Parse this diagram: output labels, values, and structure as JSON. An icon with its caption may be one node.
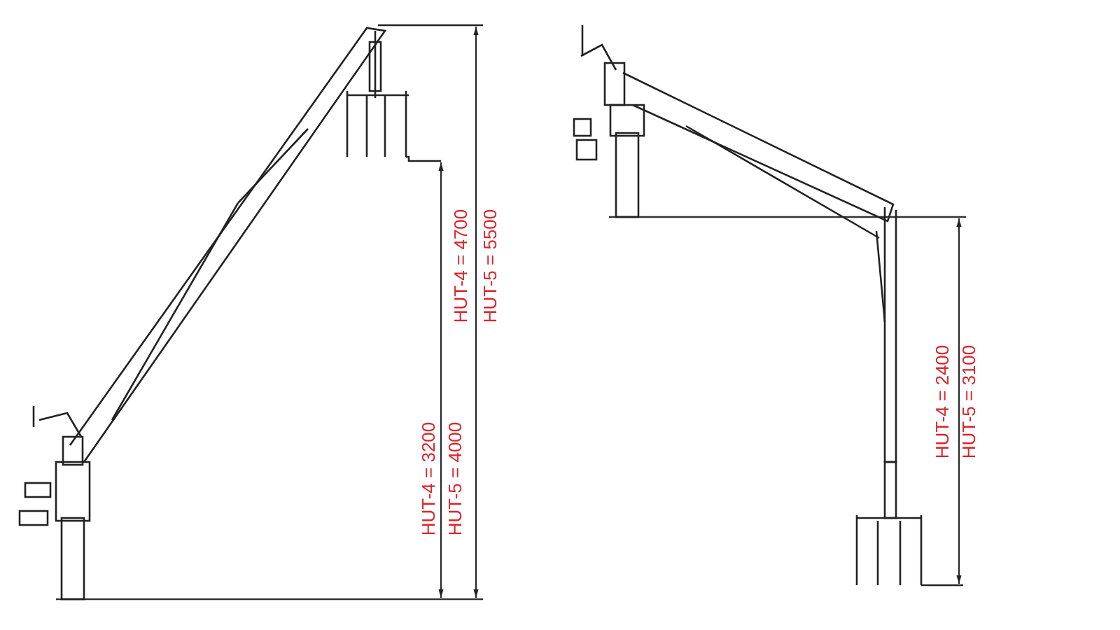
{
  "diagram": {
    "labels": [
      "HUT-4 = 4700",
      "HUT-5 = 5500",
      "HUT-4 = 3200",
      "HUT-5 = 4000",
      "HUT-4 = 2400",
      "HUT-5 = 3100"
    ]
  }
}
